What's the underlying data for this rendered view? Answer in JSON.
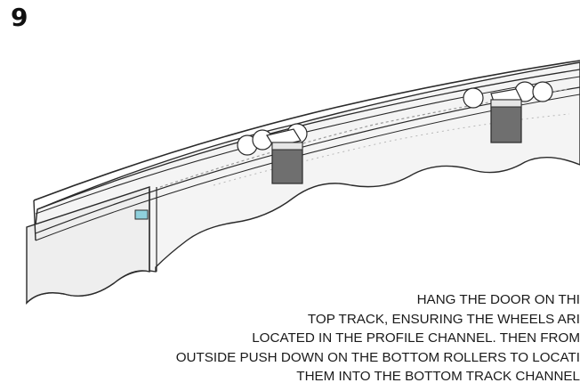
{
  "step": {
    "number": "9"
  },
  "instructions": {
    "lines": [
      "HANG THE DOOR ON THI",
      "TOP TRACK, ENSURING THE WHEELS ARI",
      "LOCATED IN THE PROFILE CHANNEL. THEN FROM",
      "OUTSIDE PUSH DOWN ON THE BOTTOM ROLLERS TO LOCATI",
      "THEM INTO THE BOTTOM TRACK CHANNEL"
    ]
  },
  "colors": {
    "line": "#2a2a2a",
    "panel": "#f2f2f2",
    "roller_body": "#6f6f6f",
    "clip_accent": "#8fd0dc"
  }
}
